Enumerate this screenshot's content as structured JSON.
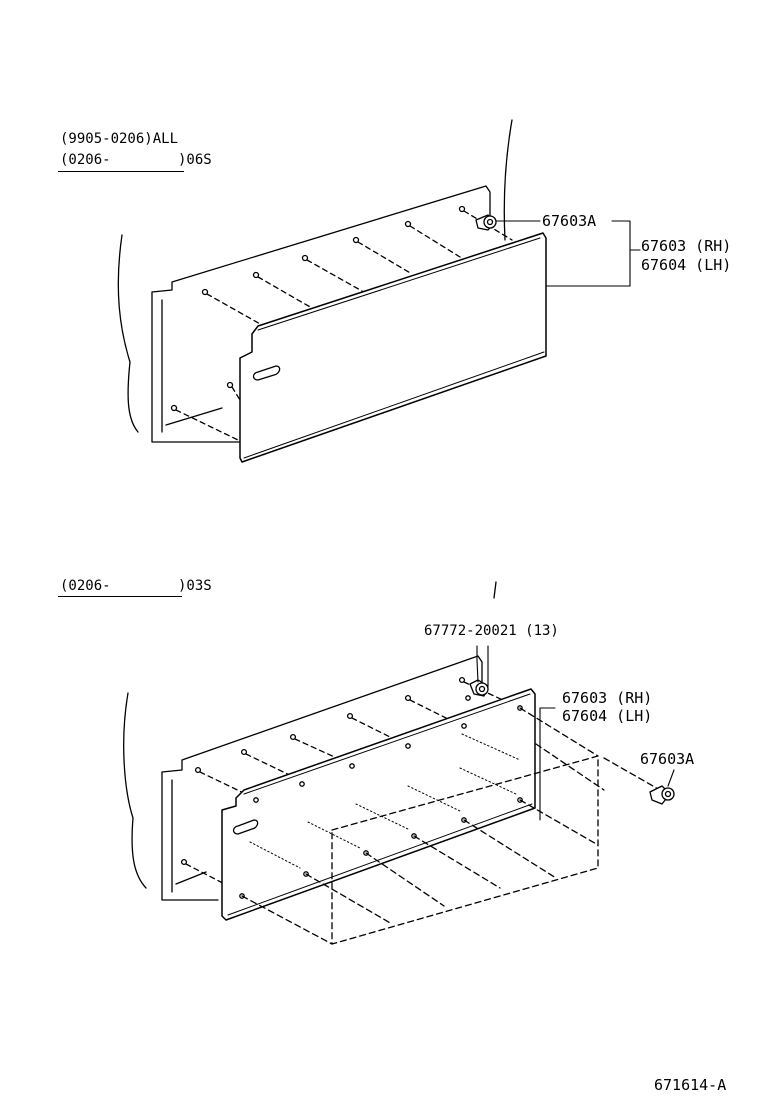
{
  "conditions": {
    "top_line1": "(9905-0206)ALL",
    "top_line2": "(0206-        )06S",
    "bottom_line1": "(0206-        )03S"
  },
  "top_diagram": {
    "clip_part": "67603A",
    "panel_rh": "67603 (RH)",
    "panel_lh": "67604 (LH)"
  },
  "bottom_diagram": {
    "clip_part": "67772-20021 (13)",
    "panel_rh": "67603 (RH)",
    "panel_lh": "67604 (LH)",
    "screw_part": "67603A"
  },
  "illustration_id": "671614-A"
}
